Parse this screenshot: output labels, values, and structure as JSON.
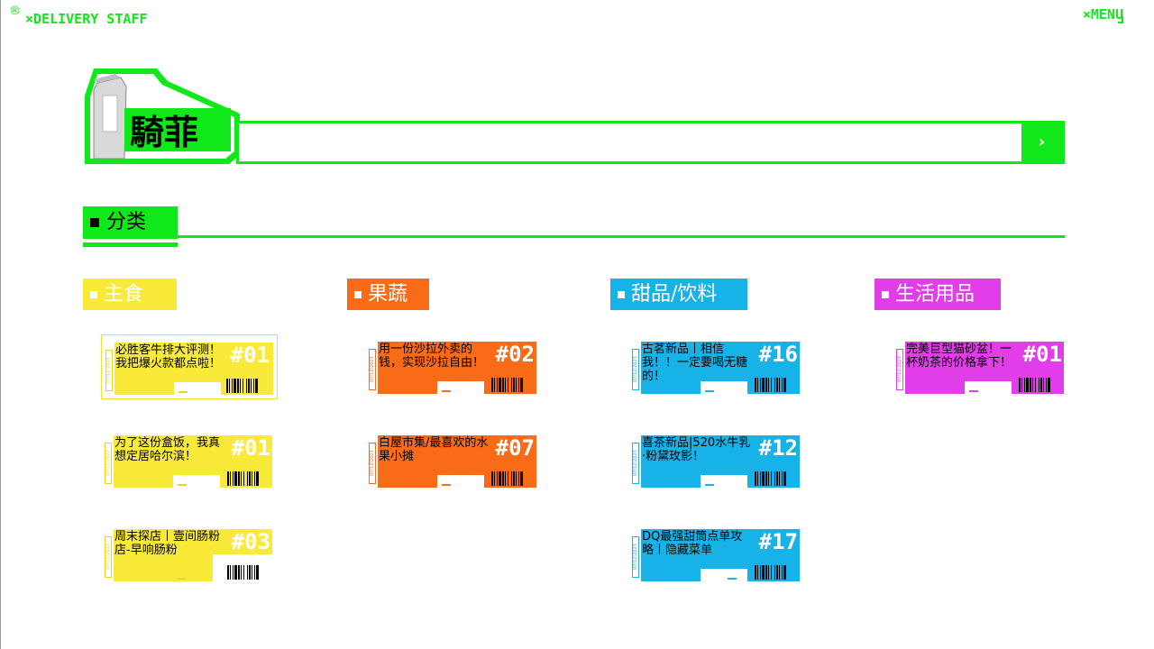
{
  "header": {
    "registered_mark": "®",
    "brand": "×DELIVERY STAFF",
    "menu_label": "×MENU"
  },
  "logo": {
    "text": "騎菲"
  },
  "search": {
    "value": "",
    "placeholder": "",
    "submit_icon": "chevron-right-icon"
  },
  "section": {
    "label": "分类"
  },
  "colors": {
    "accent": "#11e81a",
    "yellow": "#f9ea3a",
    "orange": "#fa6b17",
    "blue": "#17b3e8",
    "pink": "#e13de8"
  },
  "categories": [
    {
      "label": "主食",
      "color": "#f9ea3a",
      "cards": [
        {
          "title": "必胜客牛排大评测！我把爆火款都点啦！",
          "num": "#01",
          "side": "07/12/2023"
        },
        {
          "title": "为了这份盒饭，我真想定居哈尔滨！",
          "num": "#01",
          "side": "07/12/2023"
        },
        {
          "title": "周末探店丨壹间肠粉店-早响肠粉",
          "num": "#03",
          "side": "07/12/2023"
        }
      ]
    },
    {
      "label": "果蔬",
      "color": "#fa6b17",
      "cards": [
        {
          "title": "用一份沙拉外卖的钱，实现沙拉自由！",
          "num": "#02",
          "side": "07/12/2023"
        },
        {
          "title": "白屋市集/最喜欢的水果小摊",
          "num": "#07",
          "side": "07/12/2023"
        }
      ]
    },
    {
      "label": "甜品/饮料",
      "color": "#17b3e8",
      "cards": [
        {
          "title": "古茗新品丨相信我！！一定要喝无糖的！",
          "num": "#16",
          "side": "07/12/2023"
        },
        {
          "title": "喜茶新品|520水牛乳·粉黛玫影！",
          "num": "#12",
          "side": "07/12/2023"
        },
        {
          "title": "DQ最强甜筒点单攻略丨隐藏菜单",
          "num": "#17",
          "side": "07/12/2023"
        }
      ]
    },
    {
      "label": "生活用品",
      "color": "#e13de8",
      "cards": [
        {
          "title": "完美巨型猫砂盆！一杯奶茶的价格拿下！",
          "num": "#01",
          "side": "07/12/2023"
        }
      ]
    }
  ]
}
